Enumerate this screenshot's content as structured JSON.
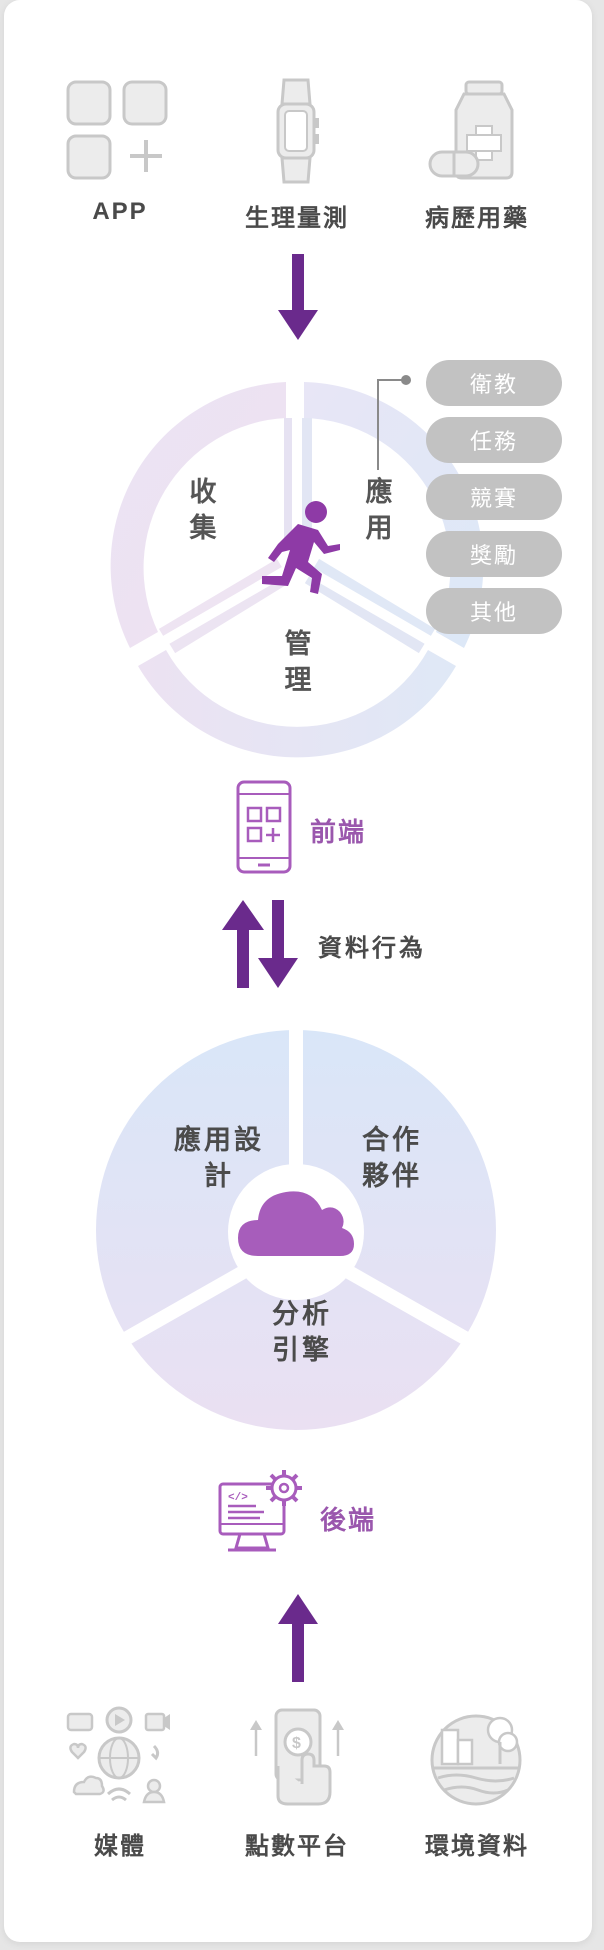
{
  "top_sources": [
    {
      "label": "APP",
      "icon": "app-grid-icon"
    },
    {
      "label": "生理量測",
      "icon": "smartwatch-icon"
    },
    {
      "label": "病歷用藥",
      "icon": "medicine-bottle-icon"
    }
  ],
  "management_wheel": {
    "collect": "收集",
    "apply": "應用",
    "manage": "管理",
    "center_icon": "running-person-icon"
  },
  "application_pills": [
    "衛教",
    "任務",
    "競賽",
    "獎勵",
    "其他"
  ],
  "frontend": {
    "label": "前端",
    "icon": "mobile-app-icon"
  },
  "data_flow": {
    "label": "資料行為"
  },
  "backend_wheel": {
    "app_design": "應用設計",
    "partners": "合作夥伴",
    "analysis_engine": "分析引擎",
    "center_icon": "cloud-icon"
  },
  "backend": {
    "label": "後端",
    "icon": "computer-settings-icon"
  },
  "bottom_sources": [
    {
      "label": "媒體",
      "icon": "media-network-icon"
    },
    {
      "label": "點數平台",
      "icon": "points-platform-icon"
    },
    {
      "label": "環境資料",
      "icon": "environment-data-icon"
    }
  ],
  "colors": {
    "accent": "#6a2a8c",
    "accent_text": "#9a57ad",
    "icon_gray": "#c8c8c8",
    "pill_gray": "#c2c2c2"
  }
}
